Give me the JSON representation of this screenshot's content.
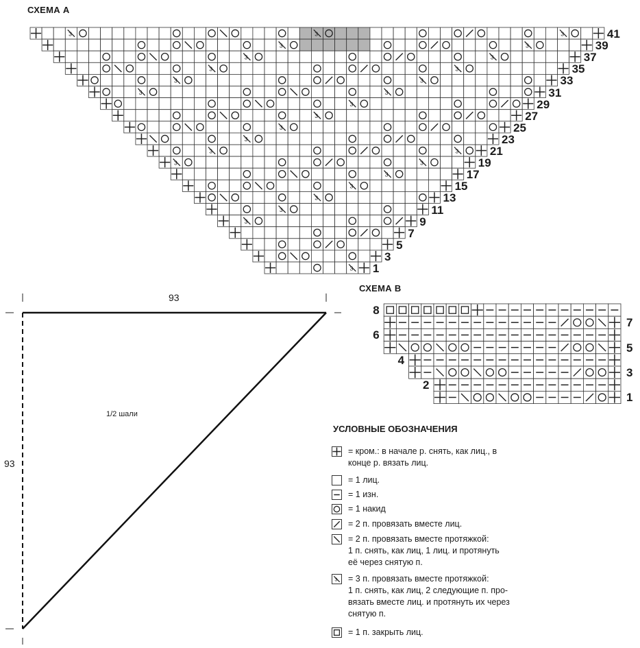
{
  "chart_a": {
    "title": "СХЕМА А",
    "row_numbers": [
      "41",
      "39",
      "37",
      "35",
      "33",
      "31",
      "29",
      "27",
      "25",
      "23",
      "21",
      "19",
      "17",
      "15",
      "13",
      "11",
      "9",
      "7",
      "5",
      "3",
      "1"
    ]
  },
  "chart_b": {
    "title": "СХЕМА В",
    "row_numbers_left": [
      "8",
      "6",
      "4",
      "2"
    ],
    "row_numbers_right": [
      "7",
      "5",
      "3",
      "1"
    ]
  },
  "triangle": {
    "top_dim": "93",
    "left_dim": "93",
    "label": "1/2 шали"
  },
  "legend": {
    "title": "УСЛОВНЫЕ ОБОЗНАЧЕНИЯ",
    "items": [
      {
        "icon": "edge-stitch-icon",
        "text": "= кром.: в начале р. снять, как лиц., в\nконце р. вязать лиц."
      },
      {
        "icon": "knit-icon",
        "text": "= 1 лиц."
      },
      {
        "icon": "purl-icon",
        "text": "= 1 изн."
      },
      {
        "icon": "yarn-over-icon",
        "text": "= 1 накид"
      },
      {
        "icon": "k2tog-icon",
        "text": "= 2 п. провязать вместе лиц."
      },
      {
        "icon": "ssk-icon",
        "text": "= 2 п. провязать вместе протяжкой:\n1 п. снять, как лиц, 1 лиц. и протянуть\nеё через снятую п."
      },
      {
        "icon": "sk2p-icon",
        "text": "= 3 п. провязать вместе протяжкой:\n1 п. снять, как лиц, 2 следующие п. про-\nвязать вместе лиц. и протянуть их через\nснятую п."
      },
      {
        "icon": "bind-off-icon",
        "text": "= 1 п. закрыть лиц."
      }
    ]
  }
}
